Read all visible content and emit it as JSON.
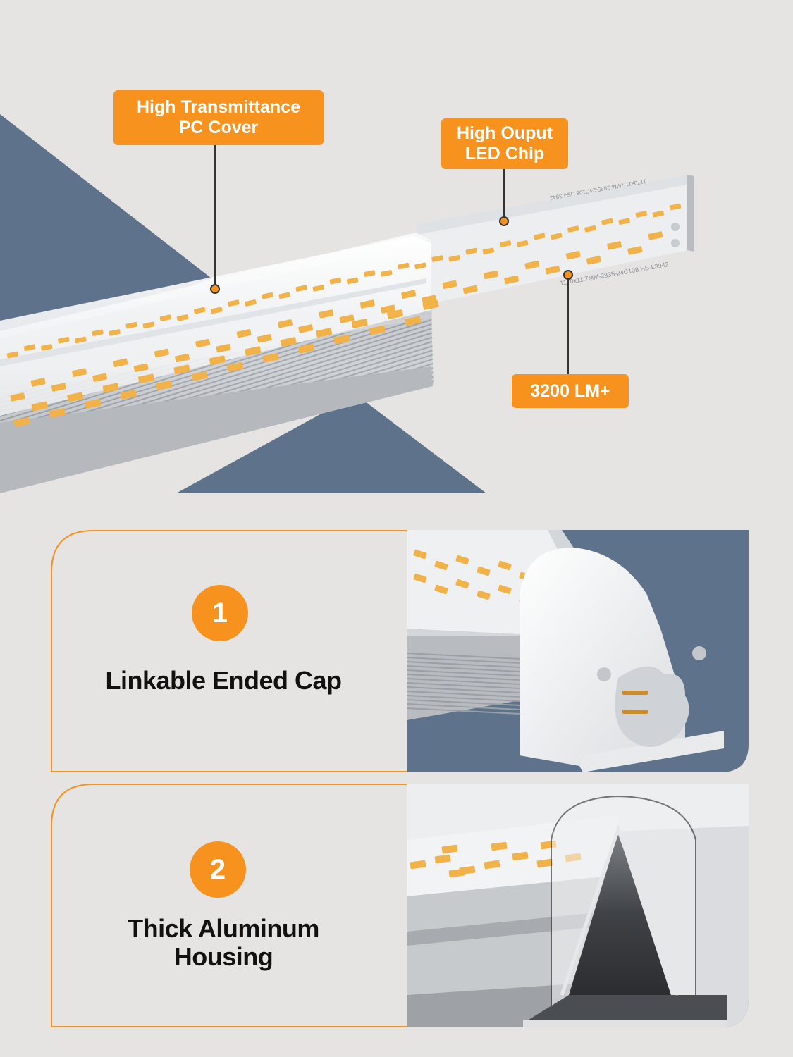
{
  "callouts": {
    "cover": [
      "High Transmittance",
      "PC Cover"
    ],
    "chip": [
      "High Ouput",
      "LED Chip"
    ],
    "lumens": "3200 LM+"
  },
  "features": [
    {
      "number": "1",
      "title_lines": [
        "Linkable Ended Cap"
      ]
    },
    {
      "number": "2",
      "title_lines": [
        "Thick Aluminum",
        "Housing"
      ]
    }
  ],
  "board_markings": {
    "front": "1170x11.7MM-2835-24C108 HS-L3942",
    "back": "1170x11.7MM-2835-24C108 HS-L3942"
  },
  "colors": {
    "accent": "#f7921e",
    "slate": "#5e738b",
    "background": "#e6e4e3",
    "led": "#f2b24a"
  }
}
